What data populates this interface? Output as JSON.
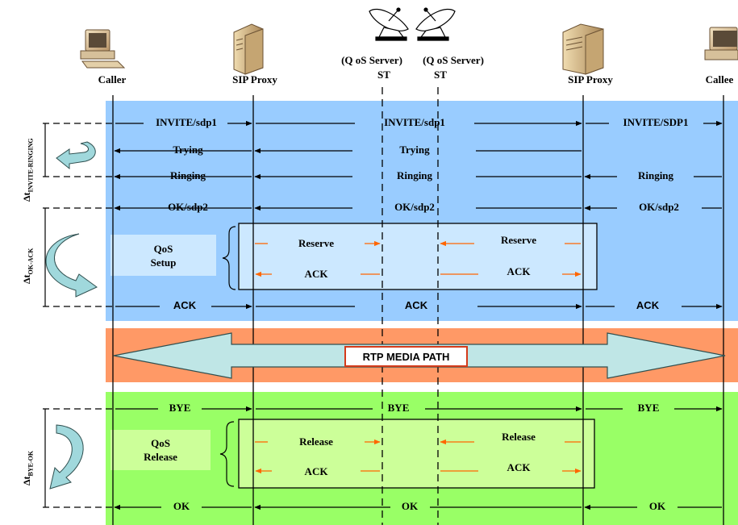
{
  "nodes": {
    "caller": "Caller",
    "sip_proxy_left": "SIP Proxy",
    "qos_server_left": "(Q oS Server)",
    "st_left": "ST",
    "qos_server_right": "(Q oS Server)",
    "st_right": "ST",
    "sip_proxy_right": "SIP Proxy",
    "callee": "Callee"
  },
  "intervals": {
    "invite_ringing": {
      "main": "Δt",
      "sub": "INVITE-RINGING"
    },
    "ok_ack": {
      "main": "Δt",
      "sub": "OK-ACK"
    },
    "bye_ok": {
      "main": "Δt",
      "sub": "BYE-OK"
    }
  },
  "messages": {
    "invite_1": "INVITE/sdp1",
    "invite_2": "INVITE/sdp1",
    "invite_3": "INVITE/SDP1",
    "trying_1": "Trying",
    "trying_2": "Trying",
    "ringing_1": "Ringing",
    "ringing_2": "Ringing",
    "ringing_3": "Ringing",
    "ok_sdp2_1": "OK/sdp2",
    "ok_sdp2_2": "OK/sdp2",
    "ok_sdp2_3": "OK/sdp2",
    "ack_1": "ACK",
    "ack_2": "ACK",
    "ack_3": "ACK",
    "bye_1": "BYE",
    "bye_2": "BYE",
    "bye_3": "BYE",
    "ok_1": "OK",
    "ok_2": "OK",
    "ok_3": "OK"
  },
  "qos_setup": {
    "label_line1": "QoS",
    "label_line2": "Setup",
    "reserve_left": "Reserve",
    "reserve_right": "Reserve",
    "ack_left": "ACK",
    "ack_right": "ACK"
  },
  "qos_release": {
    "label_line1": "QoS",
    "label_line2": "Release",
    "release_left": "Release",
    "release_right": "Release",
    "ack_left": "ACK",
    "ack_right": "ACK"
  },
  "media_path": "RTP MEDIA PATH",
  "colors": {
    "setup_band": "#99ccff",
    "media_band": "#ff9966",
    "release_band": "#99ff66",
    "qos_setup_box": "#cce8ff",
    "qos_release_box": "#ccff99",
    "media_arrow": "#bfe6e6",
    "qos_arrow": "#ff6600",
    "turn_arrow": "#a0d8dc"
  },
  "icons": [
    "computer-icon",
    "server-icon",
    "satellite-dish-icon"
  ]
}
